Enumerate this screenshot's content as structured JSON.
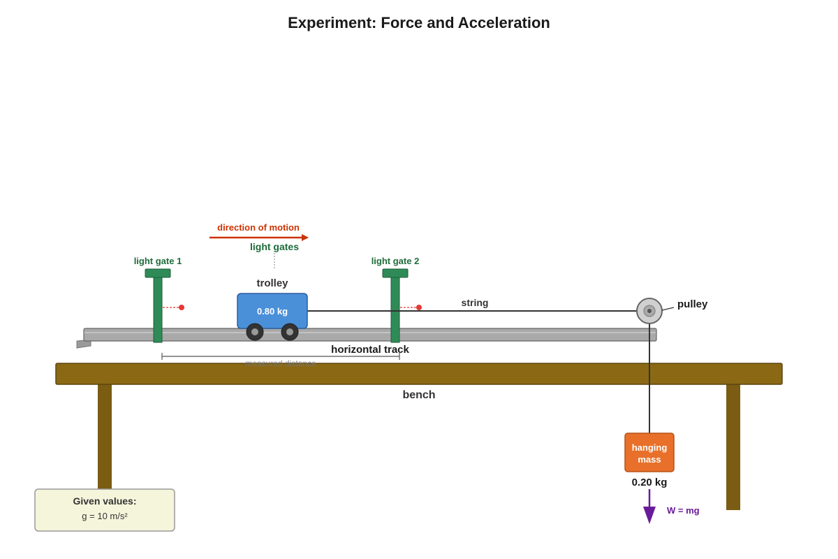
{
  "diagram": {
    "title": "Experiment: Force and Acceleration",
    "labels": {
      "direction": "direction of motion",
      "light_gates": "light gates",
      "gate1": "light gate 1",
      "gate2": "light gate 2",
      "trolley": "trolley",
      "trolley_mass": "0.80 kg",
      "string": "string",
      "pulley": "pulley",
      "track": "horizontal track",
      "measured": "measured distance",
      "bench": "bench",
      "hanging_line1": "hanging",
      "hanging_line2": "mass",
      "hanging_value": "0.20 kg",
      "weight": "W = mg"
    },
    "given": {
      "heading": "Given values:",
      "g": "g = 10 m/s²"
    },
    "colors": {
      "title": "#1a1a1a",
      "bench": "#8B6914",
      "bench_leg": "#7a5c12",
      "track": "#a9a9a9",
      "gate": "#2e8b57",
      "gate_text": "#1e6b3a",
      "beam_dot": "#e53935",
      "trolley": "#4a90d9",
      "hanging_mass": "#e8702a",
      "direction": "#cc3300",
      "weight_arrow": "#6a1b9a",
      "panel_bg": "#f5f5dc",
      "pulley": "#d0d0d0"
    }
  }
}
